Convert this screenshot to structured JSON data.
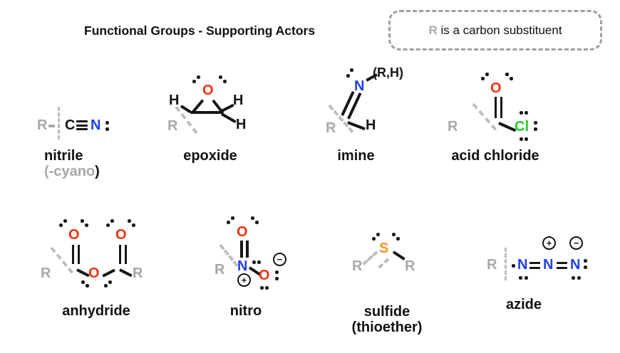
{
  "title": "Functional Groups - Supporting Actors",
  "note": {
    "r_symbol": "R",
    "text": " is a carbon substituent"
  },
  "colors": {
    "nitrogen_blue": "#2141e6",
    "oxygen_red": "#ee3311",
    "chlorine_green": "#22cc22",
    "sulfur_orange": "#f79420",
    "r_gray": "#a8a8a8",
    "bond_black": "#161616"
  },
  "symbols": {
    "R": "R",
    "C": "C",
    "N": "N",
    "O": "O",
    "H": "H",
    "Cl": "Cl",
    "S": "S",
    "plus": "+",
    "minus": "−"
  },
  "groups": [
    {
      "label": "nitrile",
      "sublabel_gray": "(-cyano",
      "sublabel_close": ")"
    },
    {
      "label": "epoxide"
    },
    {
      "label": "imine",
      "substituent": "(R,H)"
    },
    {
      "label": "acid chloride"
    },
    {
      "label": "anhydride"
    },
    {
      "label": "nitro"
    },
    {
      "label": "sulfide",
      "sublabel": "(thioether)"
    },
    {
      "label": "azide"
    }
  ]
}
